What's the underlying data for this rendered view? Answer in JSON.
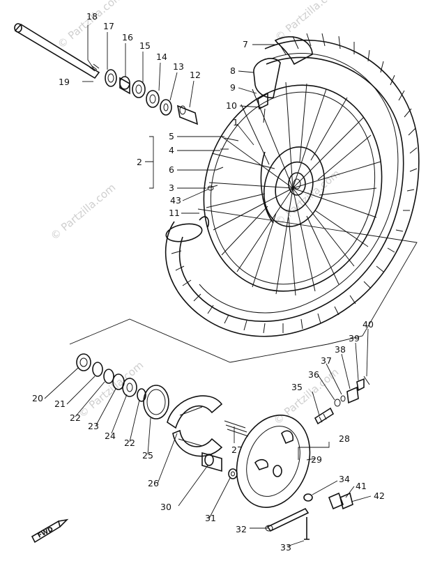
{
  "watermark": "© Partzilla.com",
  "fwd_label": "FWD",
  "callouts": [
    "1",
    "2",
    "3",
    "4",
    "5",
    "6",
    "7",
    "8",
    "9",
    "10",
    "11",
    "12",
    "13",
    "14",
    "15",
    "16",
    "17",
    "18",
    "19",
    "20",
    "21",
    "22",
    "23",
    "24",
    "25",
    "26",
    "27",
    "28",
    "29",
    "30",
    "31",
    "32",
    "33",
    "34",
    "35",
    "36",
    "37",
    "38",
    "39",
    "40",
    "41",
    "42",
    "43"
  ]
}
